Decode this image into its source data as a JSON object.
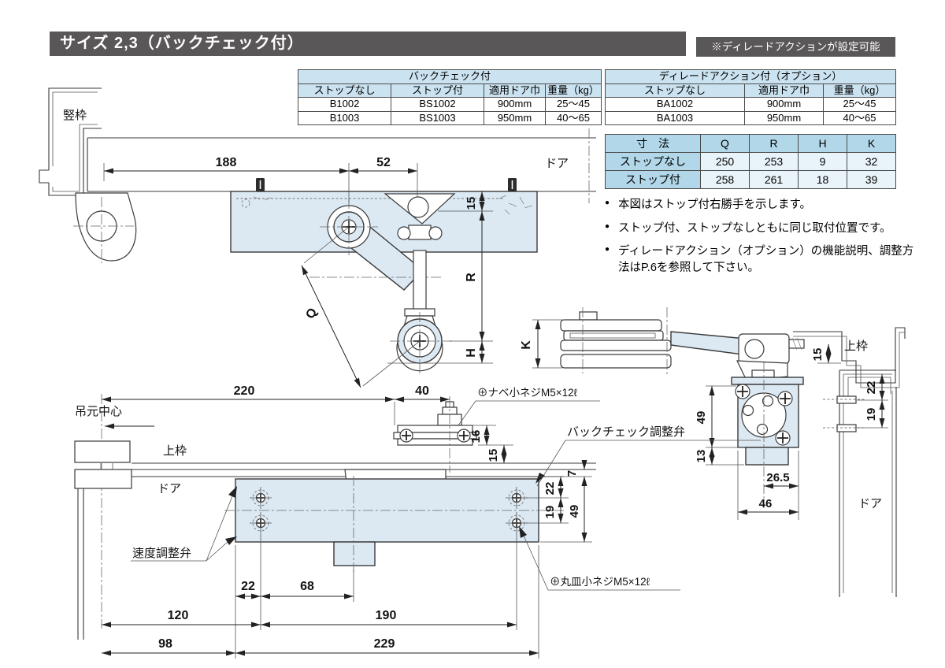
{
  "header": {
    "title": "サイズ 2,3（バックチェック付）",
    "note": "※ディレードアクションが設定可能"
  },
  "table_backcheck": {
    "title": "バックチェック付",
    "headers": [
      "ストップなし",
      "ストップ付",
      "適用ドア巾",
      "重量（kg）"
    ],
    "rows": [
      [
        "B1002",
        "BS1002",
        "900mm",
        "25〜45"
      ],
      [
        "B1003",
        "BS1003",
        "950mm",
        "40〜65"
      ]
    ]
  },
  "table_delayed": {
    "title": "ディレードアクション付（オプション）",
    "headers": [
      "ストップなし",
      "適用ドア巾",
      "重量（kg）"
    ],
    "rows": [
      [
        "BA1002",
        "900mm",
        "25〜45"
      ],
      [
        "BA1003",
        "950mm",
        "40〜65"
      ]
    ]
  },
  "table_dims": {
    "headers": [
      "寸　法",
      "Q",
      "R",
      "H",
      "K"
    ],
    "rows": [
      [
        "ストップなし",
        "250",
        "253",
        "9",
        "32"
      ],
      [
        "ストップ付",
        "258",
        "261",
        "18",
        "39"
      ]
    ]
  },
  "notes": [
    "本図はストップ付右勝手を示します。",
    "ストップ付、ストップなしともに同じ取付位置です。",
    "ディレードアクション（オプション）の機能説明、調整方法はP.6を参照して下さい。"
  ],
  "plan": {
    "tatewaku": "竪枠",
    "door": "ドア",
    "d188": "188",
    "d52": "52",
    "d15": "15",
    "dR": "R",
    "dQ": "Q",
    "dH": "H"
  },
  "side": {
    "kamiwaku": "上枠",
    "door": "ドア",
    "dK": "K",
    "d15": "15",
    "d22": "22",
    "d19": "19",
    "d49": "49",
    "d13": "13",
    "d265": "26.5",
    "d46": "46"
  },
  "front": {
    "tsurimoto": "吊元中心",
    "kamiwaku": "上枠",
    "door": "ドア",
    "speed": "速度調整弁",
    "backcheck": "バックチェック調整弁",
    "nabe": "⊕ナベ小ネジM5×12ℓ",
    "maruzara": "⊕丸皿小ネジM5×12ℓ",
    "d220": "220",
    "d40": "40",
    "d16": "16",
    "d15": "15",
    "d7": "7",
    "d22a": "22",
    "d19a": "19",
    "d49": "49",
    "d22b": "22",
    "d68": "68",
    "d120": "120",
    "d190": "190",
    "d98": "98",
    "d229": "229"
  },
  "colors": {
    "accent_bar": "#595757",
    "table_header_blue": "#cbe3f1",
    "dims_header_blue": "#b2d7e9",
    "dims_cell_blue": "#e9f4fa",
    "body_fill": "#dce9f3"
  }
}
